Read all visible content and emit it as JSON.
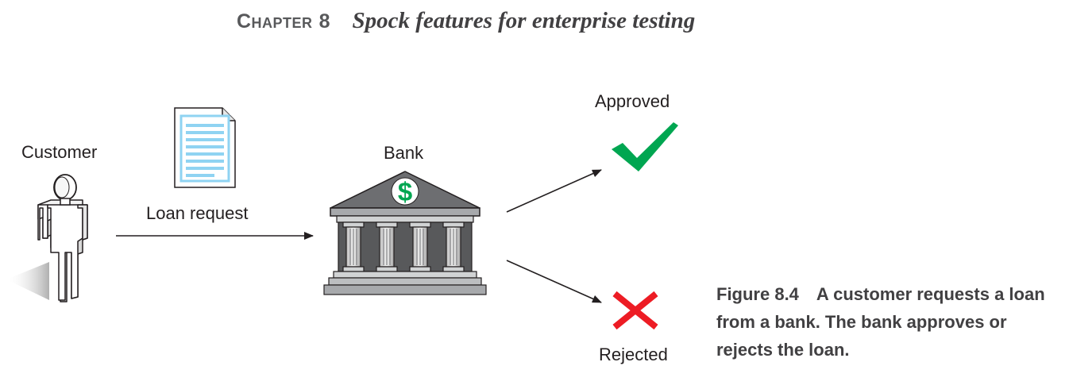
{
  "header": {
    "chapter_word": "Chapter",
    "chapter_number": "8",
    "chapter_title": "Spock features for enterprise testing"
  },
  "diagram": {
    "customer_label": "Customer",
    "document_label": "Loan request",
    "bank_label": "Bank",
    "approved_label": "Approved",
    "rejected_label": "Rejected"
  },
  "caption": {
    "figure_label": "Figure 8.4",
    "text": "A customer requests a loan from a bank. The bank approves or rejects the loan."
  },
  "colors": {
    "check": "#00a651",
    "cross": "#ed1c24",
    "document": "#8fd3f2",
    "dollar": "#00a651"
  }
}
